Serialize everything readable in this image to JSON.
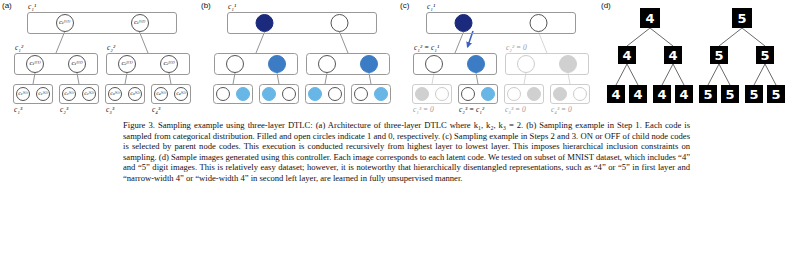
{
  "diagram": {
    "caption": "Figure 3. Sampling example using three-layer DTLC: (a) Architecture of three-layer DTLC where k₁, k₂, k₃ = 2. (b) Sampling example in Step 1. Each code is sampled from categorical distribution. Filled and open circles indicate 1 and 0, respectively. (c) Sampling example in Steps 2 and 3. ON or OFF of child node codes is selected by parent node codes. This execution is conducted recursively from highest layer to lowest layer. This imposes hierarchical inclusion constraints on sampling. (d) Sample images generated using this controller. Each image corresponds to each latent code. We tested on subset of MNIST dataset, which includes “4” and “5” digit images. This is relatively easy dataset; however, it is noteworthy that hierarchically disentangled representations, such as “4” or “5” in first layer and “narrow-width 4” or “wide-width 4” in second left layer, are learned in fully unsupervised manner.",
    "nodes": [
      {
        "text": [
          "c₁¹"
        ]
      },
      {
        "text": [
          "c₁¹⁽¹⁾"
        ],
        "in": 0
      },
      {
        "text": [
          "c₁¹⁽²⁾"
        ],
        "in": 0
      },
      {
        "text": [
          "c₁²"
        ]
      },
      {
        "text": [
          "c₁²⁽¹⁾"
        ],
        "in": 3
      },
      {
        "text": [
          "c₁²⁽²⁾"
        ],
        "in": 3
      },
      {
        "text": [
          "c₂²"
        ]
      },
      {
        "text": [
          "c₂²⁽¹⁾"
        ],
        "in": 6
      },
      {
        "text": [
          "c₂²⁽²⁾"
        ],
        "in": 6
      },
      {
        "text": [
          "c₁³"
        ]
      },
      {
        "text": [
          "c₁³⁽¹⁾"
        ],
        "in": 9
      },
      {
        "text": [
          "c₁³⁽²⁾"
        ],
        "in": 9
      },
      {
        "text": [
          "c₂³"
        ]
      },
      {
        "text": [
          "c₂³⁽¹⁾"
        ],
        "in": 12
      },
      {
        "text": [
          "c₂³⁽²⁾"
        ],
        "in": 12
      },
      {
        "text": [
          "c₃³"
        ]
      },
      {
        "text": [
          "c₃³⁽¹⁾"
        ],
        "in": 15
      },
      {
        "text": [
          "c₃³⁽²⁾"
        ],
        "in": 15
      },
      {
        "text": [
          "c₄³"
        ]
      },
      {
        "text": [
          "c₄³⁽¹⁾"
        ],
        "in": 18
      },
      {
        "text": [
          "c₄³⁽²⁾"
        ],
        "in": 18
      },
      {
        "text": [
          "c₁¹"
        ]
      },
      {
        "text": [
          "c₁¹"
        ]
      },
      {
        "text": [
          "c₁² = c₁¹"
        ]
      },
      {
        "text": [
          "c₂² = 0"
        ]
      },
      {
        "text": [
          "c₁³ = 0"
        ]
      },
      {
        "text": [
          "c₂³ = c₁²"
        ]
      },
      {
        "text": [
          "c₃³ = 0"
        ]
      },
      {
        "text": [
          "c₄³ = 0"
        ]
      },
      {
        "text": [
          "4"
        ]
      },
      {
        "text": [
          "5"
        ]
      },
      {
        "text": [
          "4"
        ]
      },
      {
        "text": [
          "4"
        ]
      },
      {
        "text": [
          "5"
        ]
      },
      {
        "text": [
          "5"
        ]
      },
      {
        "text": [
          "4"
        ]
      },
      {
        "text": [
          "4"
        ]
      },
      {
        "text": [
          "4"
        ]
      },
      {
        "text": [
          "4"
        ]
      },
      {
        "text": [
          "5"
        ]
      },
      {
        "text": [
          "5"
        ]
      },
      {
        "text": [
          "5"
        ]
      },
      {
        "text": [
          "5"
        ]
      }
    ],
    "edges": [
      {
        "from": 1,
        "to": 3,
        "arrow": "none"
      },
      {
        "from": 2,
        "to": 6,
        "arrow": "none"
      },
      {
        "from": 4,
        "to": 9,
        "arrow": "none"
      },
      {
        "from": 5,
        "to": 12,
        "arrow": "none"
      },
      {
        "from": 7,
        "to": 15,
        "arrow": "none"
      },
      {
        "from": 8,
        "to": 18,
        "arrow": "none"
      },
      {
        "from": 29,
        "to": 31,
        "arrow": "none"
      },
      {
        "from": 29,
        "to": 32,
        "arrow": "none"
      },
      {
        "from": 30,
        "to": 33,
        "arrow": "none"
      },
      {
        "from": 30,
        "to": 34,
        "arrow": "none"
      },
      {
        "from": 31,
        "to": 35,
        "arrow": "none"
      },
      {
        "from": 31,
        "to": 36,
        "arrow": "none"
      },
      {
        "from": 32,
        "to": 37,
        "arrow": "none"
      },
      {
        "from": 32,
        "to": 38,
        "arrow": "none"
      },
      {
        "from": 33,
        "to": 39,
        "arrow": "none"
      },
      {
        "from": 33,
        "to": 40,
        "arrow": "none"
      },
      {
        "from": 34,
        "to": 41,
        "arrow": "none"
      },
      {
        "from": 34,
        "to": 42,
        "arrow": "none"
      }
    ],
    "labels": [
      "(a)",
      "(b)",
      "(c)",
      "(d)"
    ]
  }
}
